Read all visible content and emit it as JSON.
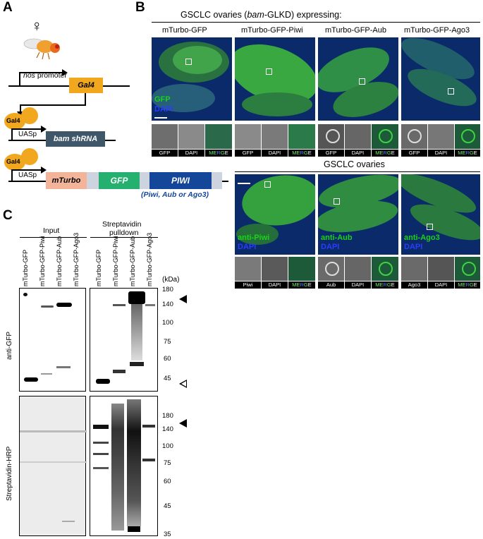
{
  "panels": {
    "a": "A",
    "b": "B",
    "c": "C"
  },
  "panel_a": {
    "female_symbol": "♀",
    "promoter_nos": "nos",
    "promoter_rest": " promoter",
    "gal4_box": "Gal4",
    "gal4_bubble1": "Gal4",
    "gal4_bubble2": "Gal4",
    "uasp1": "UASp",
    "uasp2": "UASp",
    "bam_shrna": "bam shRNA",
    "mturbo": "mTurbo",
    "gfp": "GFP",
    "piwi": "PIWI",
    "piwi_note": "(Piwi, Aub or Ago3)"
  },
  "panel_b": {
    "title_pre": "GSCLC ovaries (",
    "title_italic": "bam",
    "title_post": "-GLKD) expressing:",
    "columns": [
      "mTurbo-GFP",
      "mTurbo-GFP-Piwi",
      "mTurbo-GFP-Aub",
      "mTurbo-GFP-Ago3"
    ],
    "gfp_label": "GFP",
    "dapi_label": "DAPI",
    "thumb_tags_top": [
      [
        "GFP",
        "DAPI",
        "MERGE"
      ],
      [
        "GFP",
        "DAPI",
        "MERGE"
      ],
      [
        "GFP",
        "DAPI",
        "MERGE"
      ],
      [
        "GFP",
        "DAPI",
        "MERGE"
      ]
    ],
    "title2": "GSCLC ovaries",
    "antibody_labels": [
      "anti-Piwi",
      "anti-Aub",
      "anti-Ago3"
    ],
    "thumb_tags_bottom": [
      [
        "Piwi",
        "DAPI",
        "MERGE"
      ],
      [
        "Aub",
        "DAPI",
        "MERGE"
      ],
      [
        "Ago3",
        "DAPI",
        "MERGE"
      ]
    ],
    "colors": {
      "gfp": "#19d219",
      "dapi": "#2a3cff"
    }
  },
  "panel_c": {
    "group_input": "Input",
    "group_pulldown_1": "Streptavidin",
    "group_pulldown_2": "pulldown",
    "lanes": [
      "mTurbo-GFP",
      "mTurbo-GFP-Piwi",
      "mTurbo-GFP-Aub",
      "mTurbo-GFP-Ago3"
    ],
    "kda_label": "(kDa)",
    "blot1_label": "anti-GFP",
    "blot2_label": "Streptavidin-HRP",
    "mw_top": [
      "180",
      "140",
      "100",
      "75",
      "60",
      "45"
    ],
    "mw_bottom": [
      "180",
      "140",
      "100",
      "75",
      "60",
      "45",
      "35"
    ]
  }
}
